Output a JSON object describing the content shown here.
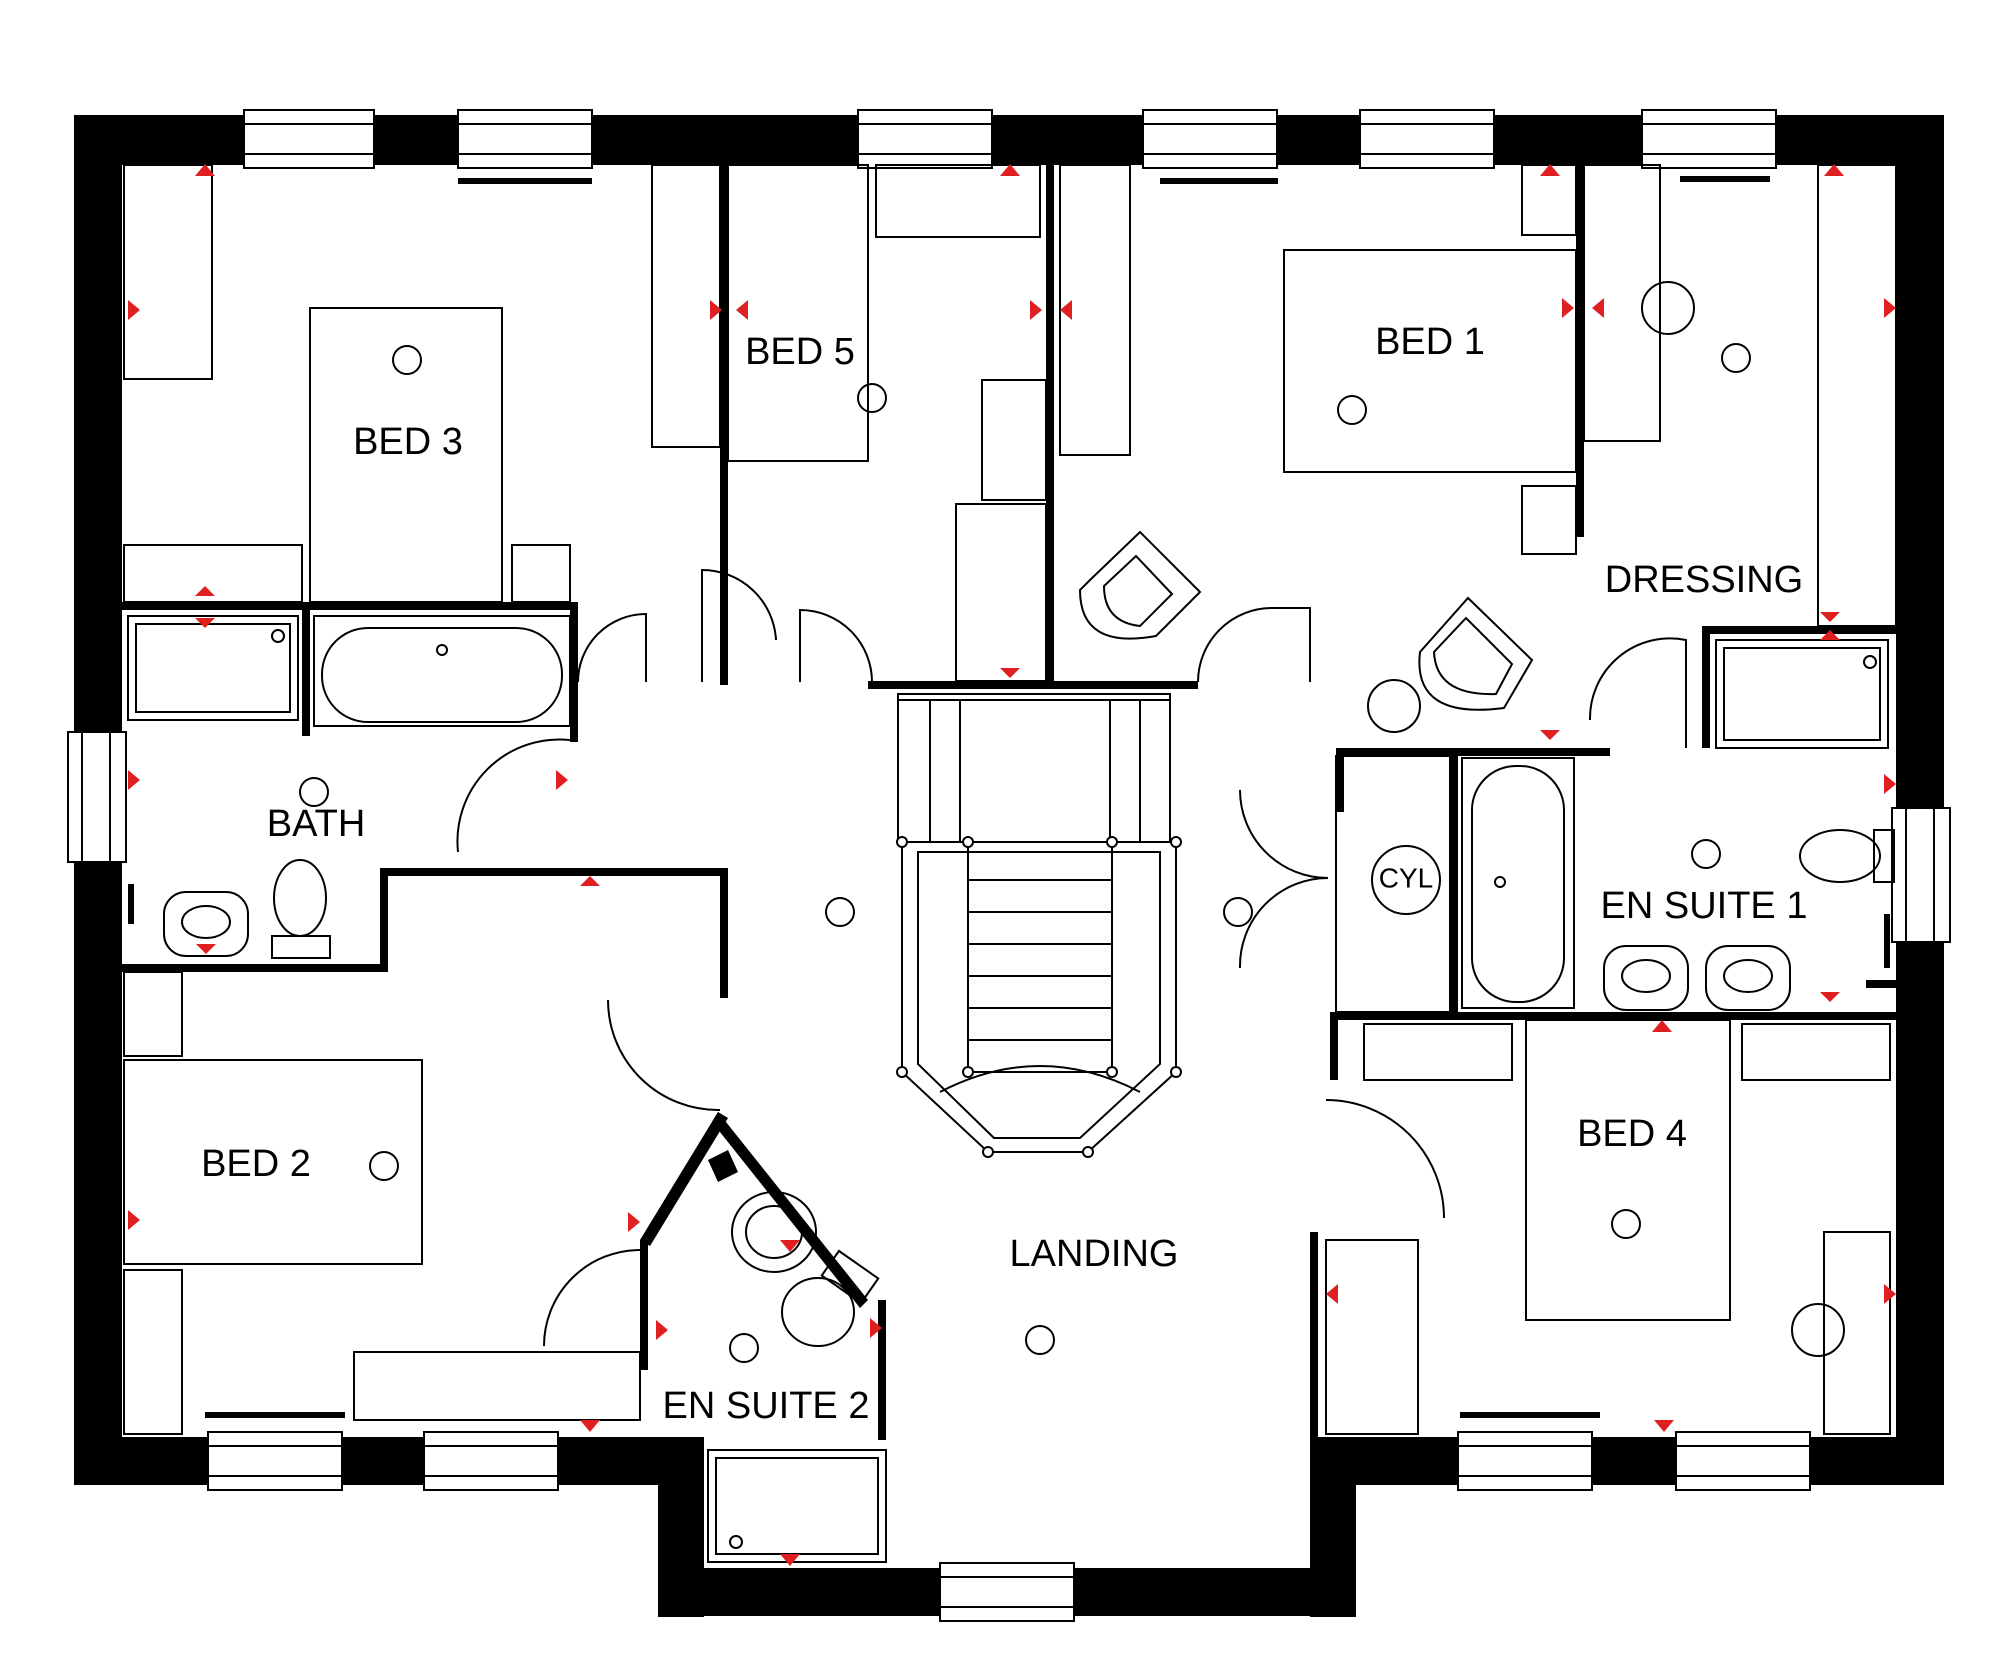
{
  "floor_plan": {
    "rooms": {
      "bed3": "BED 3",
      "bed5": "BED 5",
      "bed1": "BED 1",
      "dressing": "DRESSING",
      "bath": "BATH",
      "cyl": "CYL",
      "en_suite_1": "EN SUITE 1",
      "bed2": "BED 2",
      "bed4": "BED 4",
      "landing": "LANDING",
      "en_suite_2": "EN SUITE 2"
    },
    "colors": {
      "walls": "#000000",
      "background": "#ffffff",
      "markers": "#e02020"
    }
  }
}
